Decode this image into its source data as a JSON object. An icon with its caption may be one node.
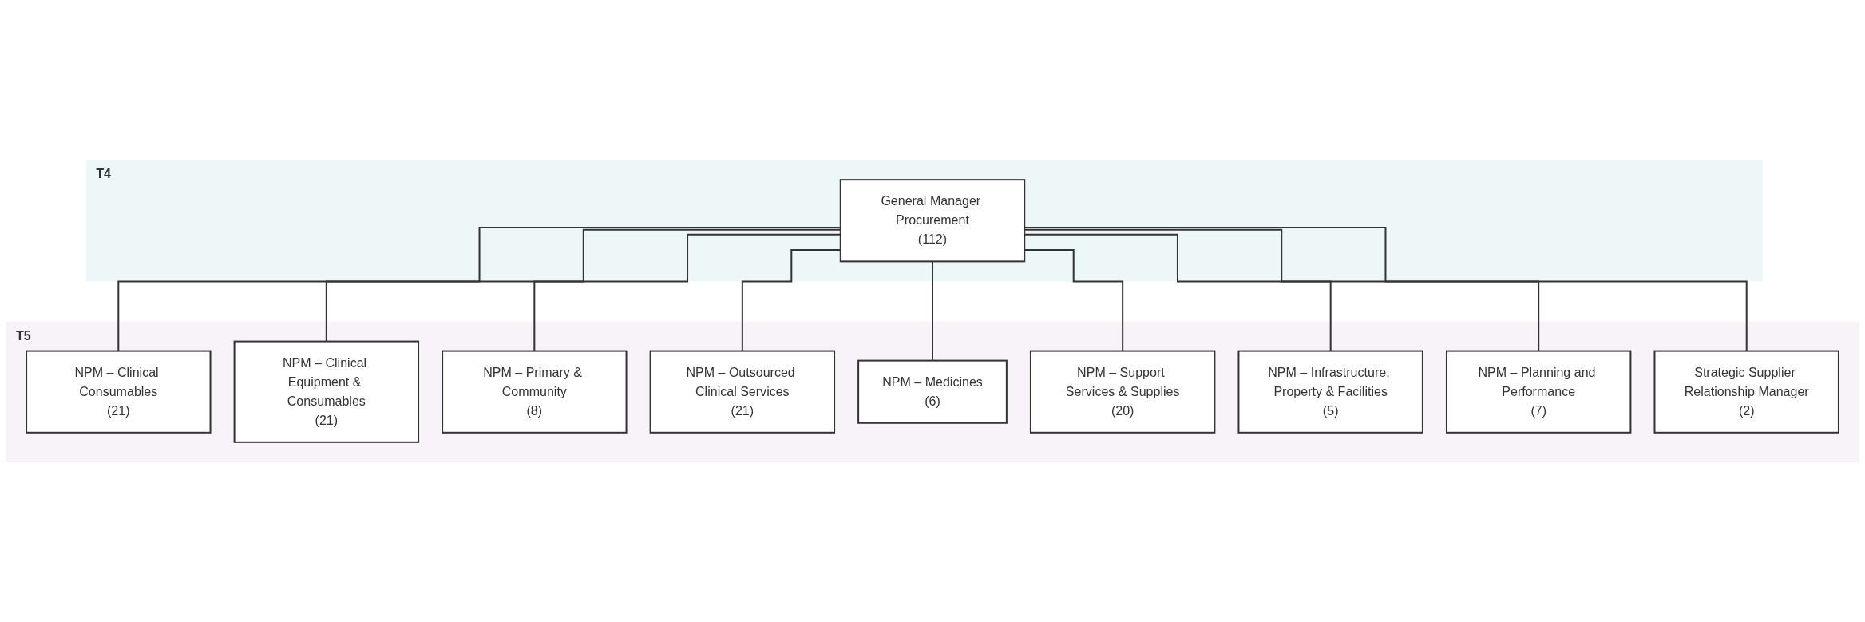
{
  "diagram": {
    "nodes": [
      {
        "text": [
          "T4"
        ]
      },
      {
        "text": [
          "General Manager Procurement",
          "(112)"
        ],
        "in": 0
      },
      {
        "text": [
          "T5"
        ]
      },
      {
        "text": [
          "NPM – Clinical Consumables",
          "(21)"
        ],
        "in": 2
      },
      {
        "text": [
          "NPM – Clinical Equipment & Consumables",
          "(21)"
        ],
        "in": 2
      },
      {
        "text": [
          "NPM – Primary & Community",
          "(8)"
        ],
        "in": 2
      },
      {
        "text": [
          "NPM – Outsourced Clinical Services",
          "(21)"
        ],
        "in": 2
      },
      {
        "text": [
          "NPM – Medicines",
          "(6)"
        ],
        "in": 2
      },
      {
        "text": [
          "NPM – Support Services & Supplies",
          "(20)"
        ],
        "in": 2
      },
      {
        "text": [
          "NPM – Infrastructure, Property & Facilities",
          "(5)"
        ],
        "in": 2
      },
      {
        "text": [
          "NPM – Planning and Performance",
          "(7)"
        ],
        "in": 2
      },
      {
        "text": [
          "Strategic Supplier Relationship Manager",
          "(2)"
        ],
        "in": 2
      }
    ],
    "edges": [
      {
        "from": 1,
        "to": 3,
        "arrow": "none"
      },
      {
        "from": 1,
        "to": 4,
        "arrow": "none"
      },
      {
        "from": 1,
        "to": 5,
        "arrow": "none"
      },
      {
        "from": 1,
        "to": 6,
        "arrow": "none"
      },
      {
        "from": 1,
        "to": 7,
        "arrow": "none"
      },
      {
        "from": 1,
        "to": 8,
        "arrow": "none"
      },
      {
        "from": 1,
        "to": 9,
        "arrow": "none"
      },
      {
        "from": 1,
        "to": 10,
        "arrow": "none"
      },
      {
        "from": 1,
        "to": 11,
        "arrow": "none"
      }
    ]
  }
}
